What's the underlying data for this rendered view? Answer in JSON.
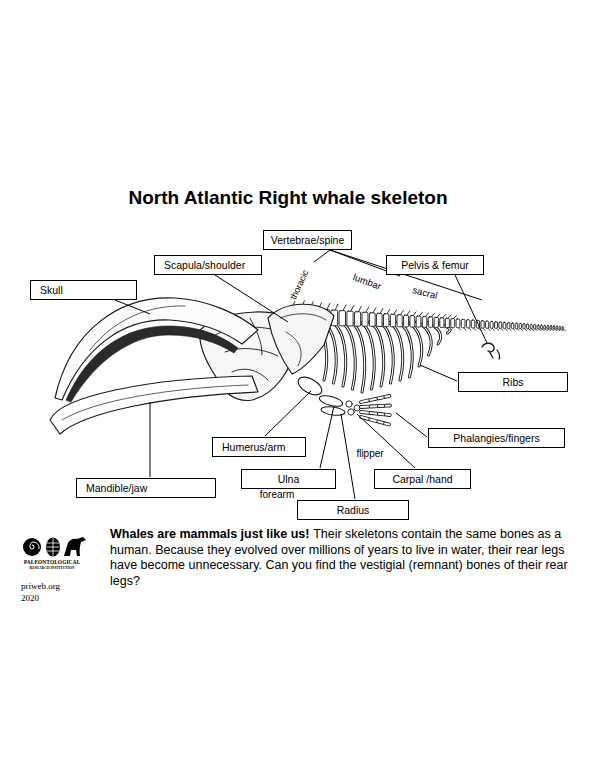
{
  "diagram": {
    "title": "North Atlantic Right whale skeleton",
    "nodes": [
      {
        "text": [
          "Vertebrae/spine"
        ]
      },
      {
        "text": [
          "Scapula/shoulder"
        ]
      },
      {
        "text": [
          "Pelvis & femur"
        ]
      },
      {
        "text": [
          "Skull"
        ]
      },
      {
        "text": [
          "Ribs"
        ]
      },
      {
        "text": [
          "Phalangies/fingers"
        ]
      },
      {
        "text": [
          "Humerus/arm"
        ]
      },
      {
        "text": [
          "Ulna"
        ]
      },
      {
        "text": [
          "Carpal /hand"
        ]
      },
      {
        "text": [
          "Mandible/jaw"
        ]
      },
      {
        "text": [
          "Radius"
        ]
      }
    ],
    "labels": [
      "thoracic",
      "lumbar",
      "sacral",
      "flipper",
      "forearm",
      "Whales are mammals just like us!",
      "Their skeletons contain the same bones as a human. Because they evolved over millions of years to live in water, their rear legs have become unnecessary. Can you find the vestigial (remnant) bones of their rear legs?",
      "PALEONTOLOGICAL",
      "RESEARCH INSTITUTION",
      "priweb.org",
      "2020"
    ]
  }
}
